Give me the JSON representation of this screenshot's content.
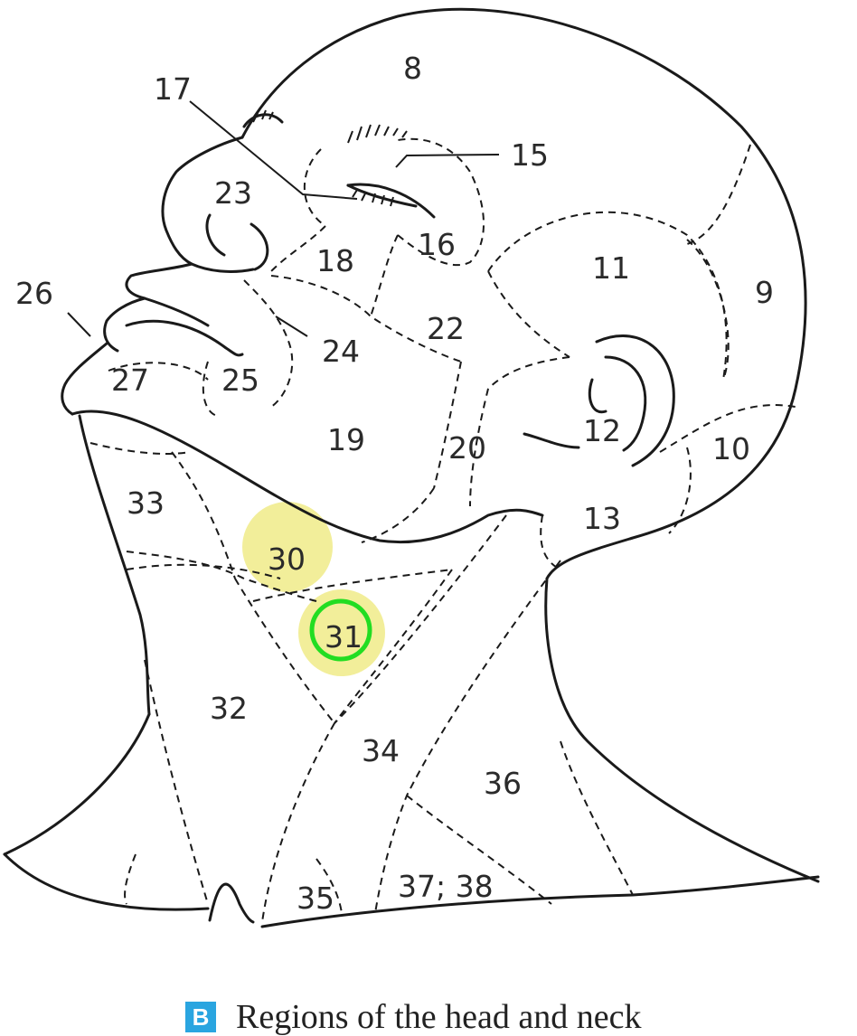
{
  "diagram": {
    "regions": [
      {
        "id": "r8",
        "label": "8"
      },
      {
        "id": "r9",
        "label": "9"
      },
      {
        "id": "r10",
        "label": "10"
      },
      {
        "id": "r11",
        "label": "11"
      },
      {
        "id": "r12",
        "label": "12"
      },
      {
        "id": "r13",
        "label": "13"
      },
      {
        "id": "r15",
        "label": "15"
      },
      {
        "id": "r16",
        "label": "16"
      },
      {
        "id": "r17",
        "label": "17"
      },
      {
        "id": "r18",
        "label": "18"
      },
      {
        "id": "r19",
        "label": "19"
      },
      {
        "id": "r20",
        "label": "20"
      },
      {
        "id": "r22",
        "label": "22"
      },
      {
        "id": "r23",
        "label": "23"
      },
      {
        "id": "r24",
        "label": "24"
      },
      {
        "id": "r25",
        "label": "25"
      },
      {
        "id": "r26",
        "label": "26"
      },
      {
        "id": "r27",
        "label": "27"
      },
      {
        "id": "r30",
        "label": "30",
        "highlighted": true
      },
      {
        "id": "r31",
        "label": "31",
        "highlighted": true,
        "circled": true
      },
      {
        "id": "r32",
        "label": "32"
      },
      {
        "id": "r33",
        "label": "33"
      },
      {
        "id": "r34",
        "label": "34"
      },
      {
        "id": "r35",
        "label": "35"
      },
      {
        "id": "r36",
        "label": "36"
      },
      {
        "id": "r3738",
        "label": "37; 38"
      }
    ],
    "highlight_color": "#f2ee9a",
    "circle_color": "#22dd22",
    "line_color": "#1a1a1a"
  },
  "caption": {
    "badge": "B",
    "text": "Regions of the head and neck",
    "badge_color": "#2aa5e0"
  }
}
